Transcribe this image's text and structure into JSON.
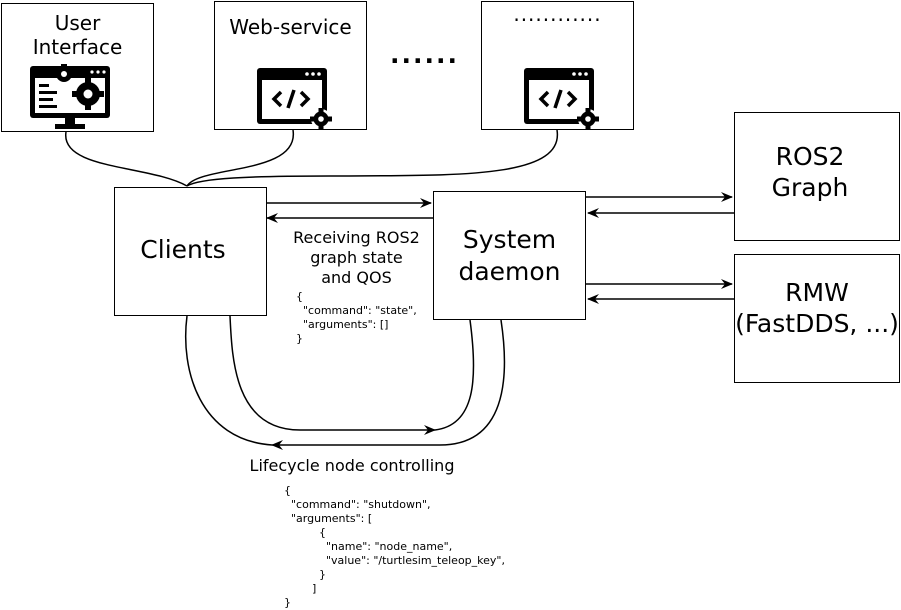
{
  "nodes": {
    "user_interface": "User\nInterface",
    "web_service": "Web-service",
    "dots_box": "............",
    "dots_between": "......",
    "clients": "Clients",
    "system_daemon": "System\ndaemon",
    "ros2_graph": "ROS2\nGraph",
    "rmw": "RMW\n(FastDDS, ...)"
  },
  "annotations": {
    "receiving": "Receiving ROS2\ngraph state\nand QOS",
    "state_json": "{\n  \"command\": \"state\",\n  \"arguments\": []\n}",
    "lifecycle": "Lifecycle node controlling",
    "shutdown_json": "{\n  \"command\": \"shutdown\",\n  \"arguments\": [\n          {\n            \"name\": \"node_name\",\n            \"value\": \"/turtlesim_teleop_key\",\n          }\n        ]\n}"
  },
  "icons": {
    "user_interface": "monitor-with-gears-icon",
    "web_service": "code-window-gear-icon",
    "dots_box": "code-window-gear-icon"
  },
  "colors": {
    "stroke": "#000000",
    "background": "#ffffff"
  }
}
